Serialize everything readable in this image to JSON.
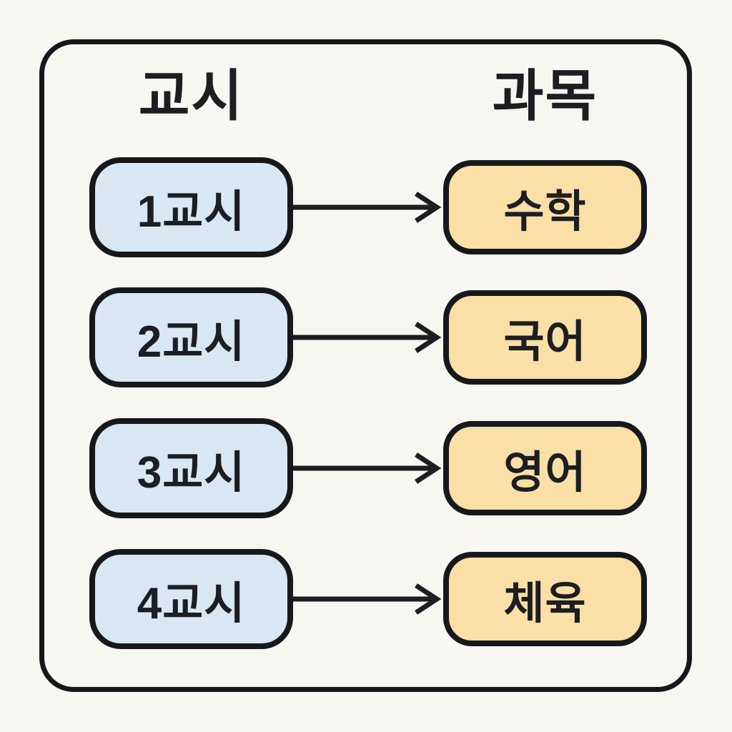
{
  "diagram": {
    "title": "",
    "headers": {
      "left": "교시",
      "right": "과목"
    },
    "rows": [
      {
        "period": "1교시",
        "subject": "수학"
      },
      {
        "period": "2교시",
        "subject": "국어"
      },
      {
        "period": "3교시",
        "subject": "영어"
      },
      {
        "period": "4교시",
        "subject": "체육"
      }
    ],
    "colors": {
      "background": "#f7f6f1",
      "frame_stroke": "#15171a",
      "period_fill": "#d8e7f2",
      "subject_fill": "#fadfa6",
      "node_stroke": "#17181b",
      "text": "#1c1e21",
      "arrow": "#1c1e21"
    }
  }
}
